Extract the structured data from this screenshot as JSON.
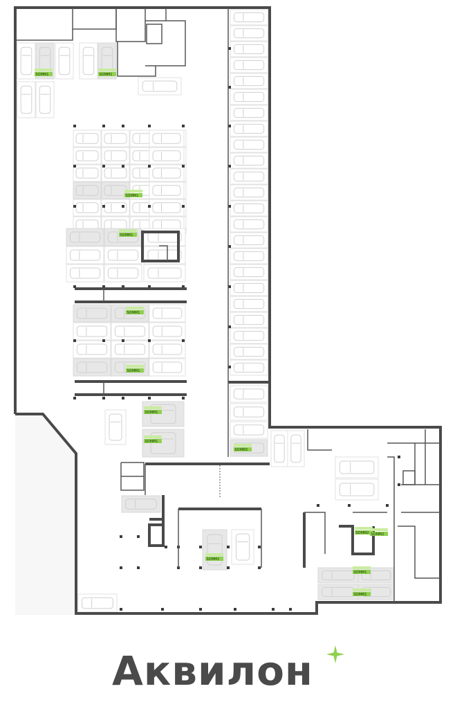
{
  "floorplan": {
    "brand": {
      "name": "Аквилон",
      "accent_color": "#8fd14f",
      "star_icon": "four-point-star-icon"
    },
    "colors": {
      "wall": "#4a4a4a",
      "highlight_bay": "#e7e7e7",
      "tag_green": "#8fd14f",
      "tag_light": "#c9ec9f"
    },
    "tags": [
      {
        "code": "SOMM1",
        "sub": ""
      },
      {
        "code": "SOMM1",
        "sub": ""
      },
      {
        "code": "SOMM1",
        "sub": ""
      },
      {
        "code": "SOMM1",
        "sub": ""
      },
      {
        "code": "SOMM1",
        "sub": ""
      },
      {
        "code": "SOMM1",
        "sub": ""
      },
      {
        "code": "SOMM1",
        "sub": ""
      },
      {
        "code": "SOMM1",
        "sub": ""
      },
      {
        "code": "SOMM2",
        "sub": ""
      },
      {
        "code": "SOMM1",
        "sub": ""
      },
      {
        "code": "SOMM1",
        "sub": ""
      },
      {
        "code": "SOMM1",
        "sub": ""
      },
      {
        "code": "SOMM2",
        "sub": ""
      },
      {
        "code": "SOMM2",
        "sub": ""
      }
    ]
  }
}
